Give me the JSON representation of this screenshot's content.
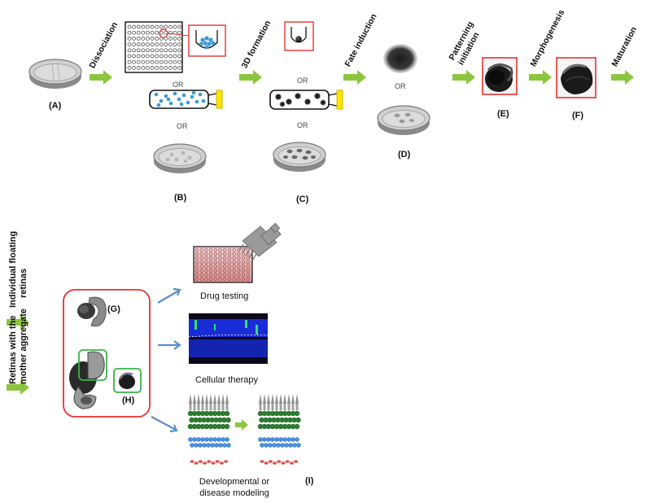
{
  "labels": {
    "a": "(A)",
    "b": "(B)",
    "c": "(C)",
    "d": "(D)",
    "e": "(E)",
    "f": "(F)",
    "g": "(G)",
    "h": "(H)",
    "i": "(I)"
  },
  "steps": {
    "dissociation": "Dissociation",
    "formation": "3D formation",
    "fate": "Fate induction",
    "patterning_1": "Patterning",
    "patterning_2": "initiation",
    "morphogenesis": "Morphogenesis",
    "maturation": "Maturation"
  },
  "or_text": "OR",
  "retina_paths": {
    "floating_1": "Individual floating",
    "floating_2": "retinas",
    "mother_1": "Retinas with  the",
    "mother_2": "mother aggregate"
  },
  "applications": {
    "drug": "Drug testing",
    "cell": "Cellular therapy",
    "model_1": "Developmental or",
    "model_2": "disease modeling"
  },
  "colors": {
    "arrow_green": "#8cc63f",
    "arrow_blue": "#5b8fc7",
    "frame_red": "#e53232",
    "frame_green": "#3db34a",
    "cell_blue": "#3d9ad6"
  }
}
